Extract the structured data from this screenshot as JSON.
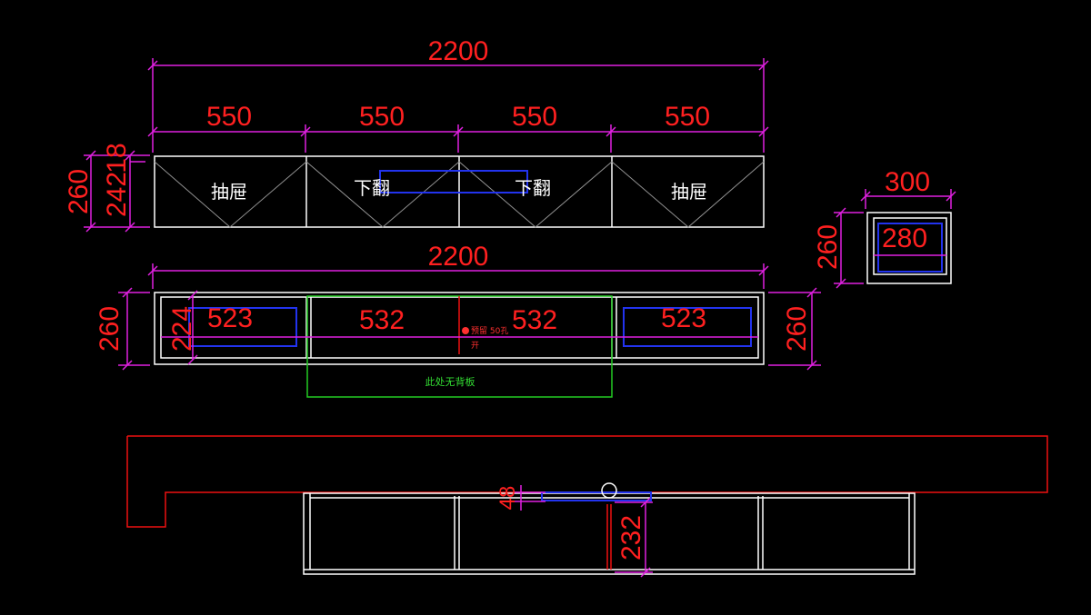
{
  "front_view": {
    "overall_width": "2200",
    "segment_widths": [
      "550",
      "550",
      "550",
      "550"
    ],
    "height_outer": "260",
    "height_inner": "242",
    "height_small": "18",
    "doors": [
      "抽屉",
      "下翻",
      "下翻",
      "抽屉"
    ]
  },
  "section_view": {
    "overall_width": "2200",
    "left_height": "260",
    "right_height": "260",
    "inner_height": "224",
    "bays": [
      "523",
      "532",
      "532",
      "523"
    ],
    "center_note": "此处无背板",
    "hole_note_line1": "预留 50孔",
    "hole_note_line2": "开"
  },
  "side_view": {
    "width": "300",
    "inner_width": "280",
    "height": "260"
  },
  "plan_view": {
    "offset": "48",
    "depth": "232"
  },
  "colors": {
    "background": "#000000",
    "dimension_line": "#e020e0",
    "dimension_text": "#ff2020",
    "outline": "#ffffff",
    "hidden_line": "#2233ee",
    "wall": "#ee1111",
    "no_back": "#22cc22"
  }
}
